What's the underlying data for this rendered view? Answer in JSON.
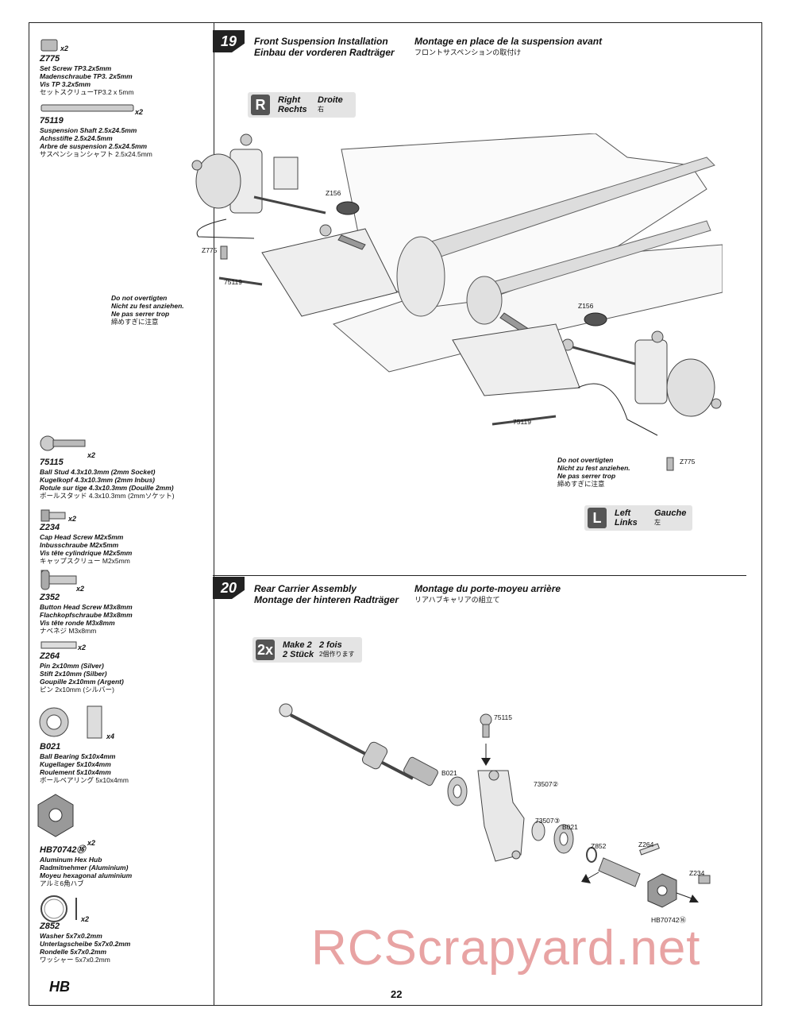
{
  "parts": [
    {
      "qty": "x2",
      "code": "Z775",
      "lines": [
        "Set Screw TP3.2x5mm",
        "Madenschraube TP3. 2x5mm",
        "Vis TP 3.2x5mm"
      ],
      "jp": "セットスクリューTP3.2 x 5mm"
    },
    {
      "qty": "x2",
      "code": "75119",
      "lines": [
        "Suspension Shaft 2.5x24.5mm",
        "Achsstifte 2.5x24.5mm",
        "Arbre de suspension 2.5x24.5mm"
      ],
      "jp": "サスペンションシャフト 2.5x24.5mm"
    },
    {
      "qty": "x2",
      "code": "75115",
      "lines": [
        "Ball Stud 4.3x10.3mm (2mm Socket)",
        "Kugelkopf 4.3x10.3mm (2mm Inbus)",
        "Rotule sur tige 4.3x10.3mm (Douille 2mm)"
      ],
      "jp": "ボールスタッド 4.3x10.3mm (2mmソケット)"
    },
    {
      "qty": "x2",
      "code": "Z234",
      "lines": [
        "Cap Head Screw M2x5mm",
        "Inbusschraube M2x5mm",
        "Vis tête cylindrique M2x5mm"
      ],
      "jp": "キャップスクリュー M2x5mm"
    },
    {
      "qty": "x2",
      "code": "Z352",
      "lines": [
        "Button Head Screw M3x8mm",
        "Flachkopfschraube M3x8mm",
        "Vis tête ronde M3x8mm"
      ],
      "jp": "ナベネジ M3x8mm"
    },
    {
      "qty": "x2",
      "code": "Z264",
      "lines": [
        "Pin 2x10mm (Silver)",
        "Stift 2x10mm (Silber)",
        "Goupille 2x10mm (Argent)"
      ],
      "jp": "ピン 2x10mm (シルバー)"
    },
    {
      "qty": "x4",
      "code": "B021",
      "lines": [
        "Ball Bearing 5x10x4mm",
        "Kugellager 5x10x4mm",
        "Roulement 5x10x4mm"
      ],
      "jp": "ボールベアリング 5x10x4mm"
    },
    {
      "qty": "x2",
      "code": "HB70742⑯",
      "lines": [
        "Aluminum Hex Hub",
        "Radmitnehmer (Aluminium)",
        "Moyeu hexagonal aluminium"
      ],
      "jp": "アルミ6角ハブ"
    },
    {
      "qty": "x2",
      "code": "Z852",
      "lines": [
        "Washer 5x7x0.2mm",
        "Unterlagscheibe 5x7x0.2mm",
        "Rondelle 5x7x0.2mm"
      ],
      "jp": "ワッシャー 5x7x0.2mm"
    }
  ],
  "step19": {
    "num": "19",
    "en": "Front Suspension Installation",
    "de": "Einbau der vorderen Radträger",
    "fr": "Montage en place de la suspension avant",
    "jp": "フロントサスペンションの取付け",
    "right_badge": {
      "letter": "R",
      "en": "Right",
      "de": "Rechts",
      "fr": "Droite",
      "jp": "右"
    },
    "left_badge": {
      "letter": "L",
      "en": "Left",
      "de": "Links",
      "fr": "Gauche",
      "jp": "左"
    },
    "labels": {
      "z156a": "Z156",
      "z775a": "Z775",
      "s75119a": "75119",
      "z156b": "Z156",
      "s75119b": "75119",
      "z775b": "Z775"
    },
    "note": {
      "en": "Do not overtigten",
      "de": "Nicht zu fest anziehen.",
      "fr": "Ne pas serrer trop",
      "jp": "締めすぎに注意"
    }
  },
  "step20": {
    "num": "20",
    "en": "Rear Carrier Assembly",
    "de": "Montage der hinteren Radträger",
    "fr": "Montage du porte-moyeu arrière",
    "jp": "リアハブキャリアの組立て",
    "badge": {
      "letter": "2x",
      "en": "Make 2",
      "de": "2 Stück",
      "fr": "2 fois",
      "jp": "2個作ります"
    },
    "labels": {
      "p75115": "75115",
      "p73507a": "73507②",
      "b021a": "B021",
      "p73507b": "73507③",
      "b021b": "B021",
      "z852": "Z852",
      "z264": "Z264",
      "z234": "Z234",
      "hb": "HB70742⑯"
    }
  },
  "page_number": "22",
  "watermark": "RCScrapyard.net",
  "logo": "HB"
}
